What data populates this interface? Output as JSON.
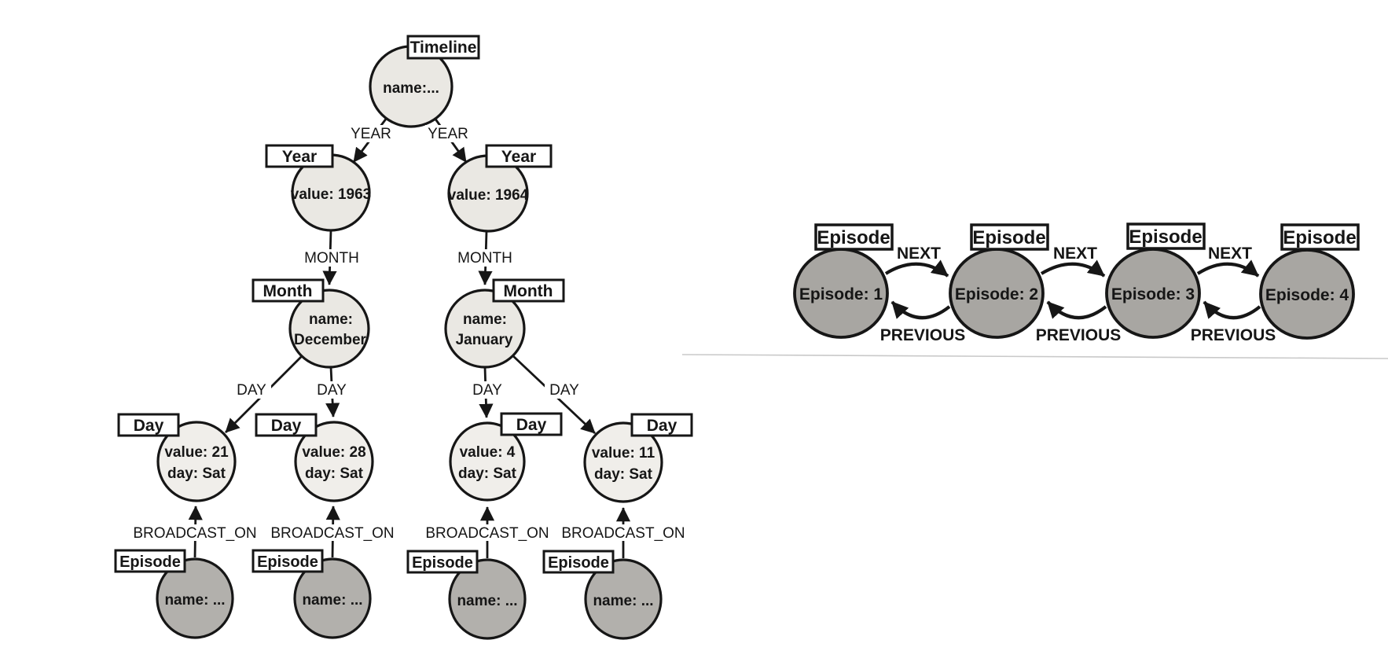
{
  "colors": {
    "background": "#ffffff",
    "node_light": "#eae8e3",
    "node_day": "#f0eeea",
    "node_episode": "#b2b0ac",
    "node_episode_chain": "#a8a6a2",
    "outline": "#161616",
    "label_box_fill": "#ffffff",
    "divider_line": "#c9c9c9"
  },
  "timeline_tree": {
    "timeline": {
      "box": "Timeline",
      "props": "name:..."
    },
    "years": [
      {
        "box": "Year",
        "props": "value: 1963"
      },
      {
        "box": "Year",
        "props": "value: 1964"
      }
    ],
    "months": [
      {
        "box": "Month",
        "line1": "name:",
        "line2": "December"
      },
      {
        "box": "Month",
        "line1": "name:",
        "line2": "January"
      }
    ],
    "days": [
      {
        "box": "Day",
        "line1": "value: 21",
        "line2": "day: Sat"
      },
      {
        "box": "Day",
        "line1": "value: 28",
        "line2": "day: Sat"
      },
      {
        "box": "Day",
        "line1": "value: 4",
        "line2": "day: Sat"
      },
      {
        "box": "Day",
        "line1": "value: 11",
        "line2": "day: Sat"
      }
    ],
    "episodes": [
      {
        "box": "Episode",
        "props": "name: ..."
      },
      {
        "box": "Episode",
        "props": "name: ..."
      },
      {
        "box": "Episode",
        "props": "name: ..."
      },
      {
        "box": "Episode",
        "props": "name: ..."
      }
    ],
    "relationships": {
      "year": "YEAR",
      "month": "MONTH",
      "day": "DAY",
      "broadcast_on": "BROADCAST_ON"
    }
  },
  "episode_chain": {
    "episodes": [
      {
        "box": "Episode",
        "props": "Episode: 1"
      },
      {
        "box": "Episode",
        "props": "Episode: 2"
      },
      {
        "box": "Episode",
        "props": "Episode: 3"
      },
      {
        "box": "Episode",
        "props": "Episode: 4"
      }
    ],
    "relationships": {
      "next": "NEXT",
      "previous": "PREVIOUS"
    }
  }
}
